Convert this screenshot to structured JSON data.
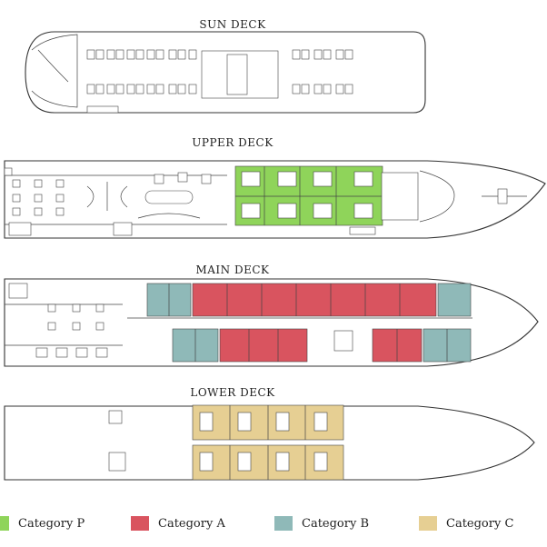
{
  "decks": {
    "sun": "SUN DECK",
    "upper": "UPPER DECK",
    "main": "MAIN DECK",
    "lower": "LOWER DECK"
  },
  "legend": [
    {
      "label": "Category P",
      "color": "#8fd45a"
    },
    {
      "label": "Category A",
      "color": "#d9545f"
    },
    {
      "label": "Category B",
      "color": "#8fb9b8"
    },
    {
      "label": "Category C",
      "color": "#e6cf93"
    }
  ]
}
